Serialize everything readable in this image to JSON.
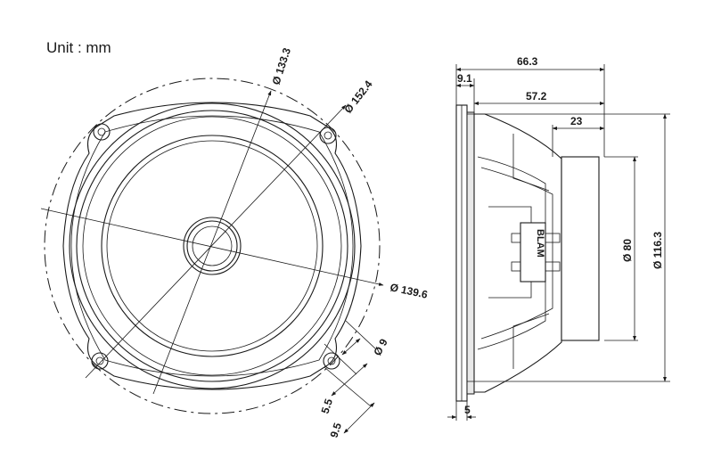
{
  "unit_label": "Unit : mm",
  "front_view": {
    "dims": {
      "d1333": "Ø 133.3",
      "d1524": "Ø 152.4",
      "d1396": "Ø 139.6",
      "d9": "Ø 9",
      "d55": "5.5",
      "d95": "9.5"
    }
  },
  "side_view": {
    "dims": {
      "d663": "66.3",
      "d91": "9.1",
      "d572": "57.2",
      "d23": "23",
      "d80": "Ø 80",
      "d1163": "Ø 116.3",
      "d5": "5"
    },
    "label_text": "BLAM"
  }
}
